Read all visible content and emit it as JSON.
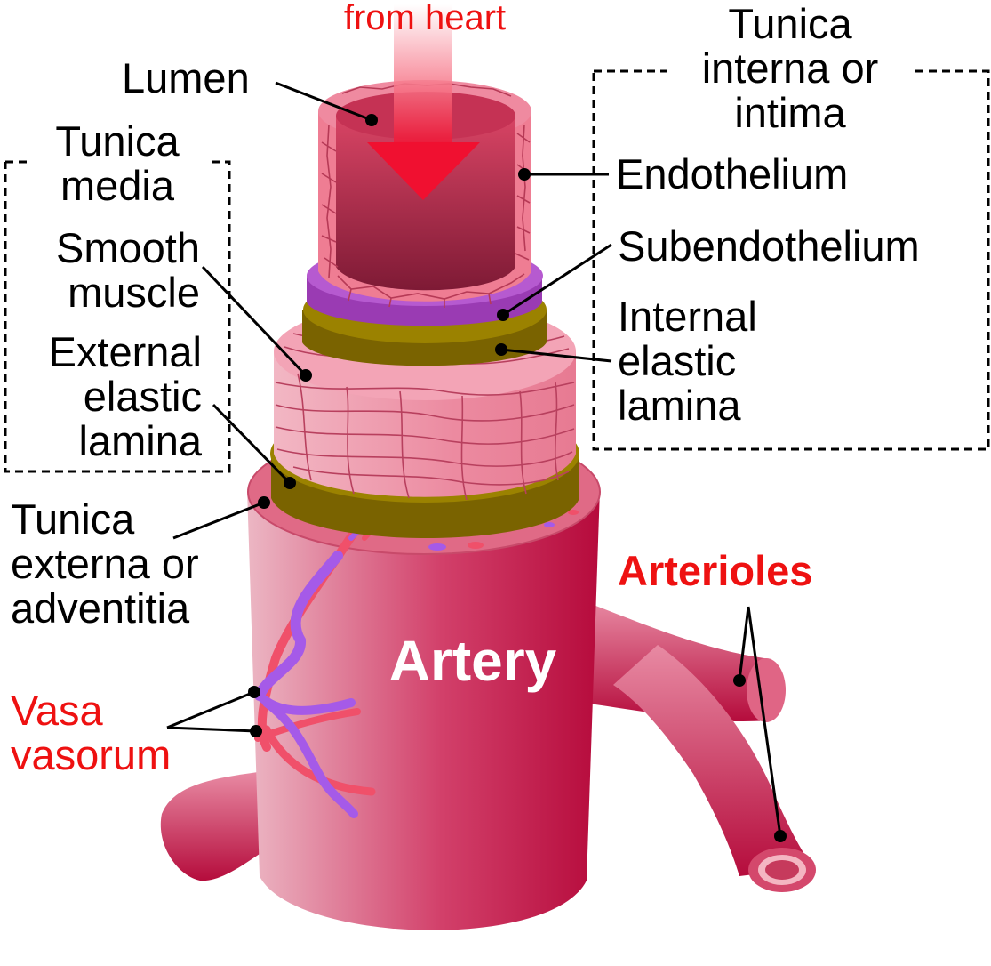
{
  "colors": {
    "artery_light": "#ecb7c4",
    "artery_mid": "#d2406a",
    "artery_dark": "#b60b3c",
    "endothelium": "#ef7d93",
    "lumen_dark": "#8f1f3d",
    "subendothelium": "#9a3bb3",
    "elastic_lamina": "#7a6300",
    "smooth_muscle": "#ec8aa0",
    "vasa_red": "#f0506a",
    "vasa_purple": "#a55ae8",
    "flow_arrow": "#f01030",
    "label_red": "#ee1111"
  },
  "flow": {
    "label": "from heart"
  },
  "groups": {
    "tunica_interna": [
      "Tunica",
      "interna or",
      "intima"
    ],
    "tunica_media": [
      "Tunica",
      "media"
    ]
  },
  "labels": {
    "lumen": "Lumen",
    "endothelium": "Endothelium",
    "subendothelium": "Subendothelium",
    "internal_elastic": [
      "Internal",
      "elastic",
      "lamina"
    ],
    "smooth_muscle": [
      "Smooth",
      "muscle"
    ],
    "external_elastic": [
      "External",
      "elastic",
      "lamina"
    ],
    "tunica_externa": [
      "Tunica",
      "externa or",
      "adventitia"
    ],
    "vasa_vasorum": [
      "Vasa",
      "vasorum"
    ],
    "arterioles": "Arterioles",
    "artery": "Artery"
  },
  "icons": {
    "flow": "down-arrow-icon"
  }
}
